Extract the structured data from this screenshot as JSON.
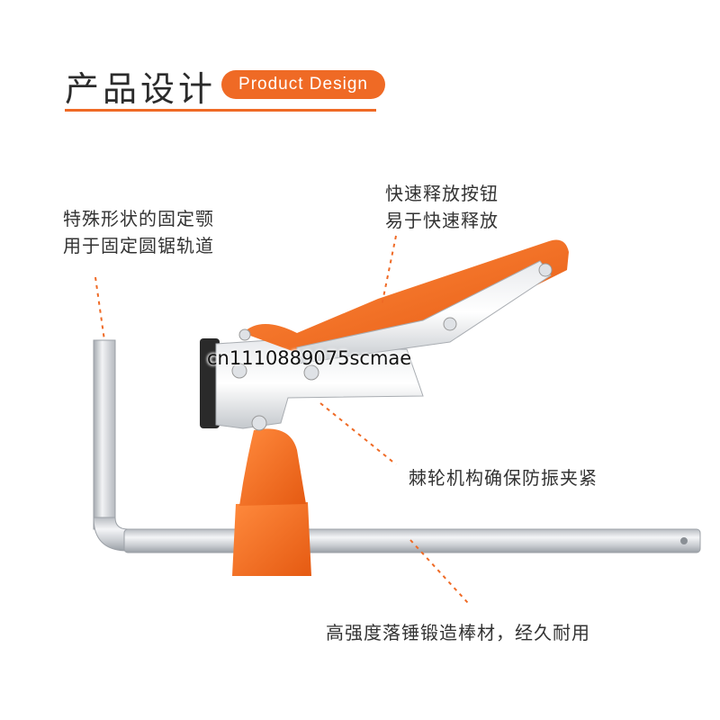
{
  "header": {
    "title": "产品设计",
    "pill": "Product Design",
    "accent_color": "#ef6a25"
  },
  "callouts": {
    "fixed_jaw_line1": "特殊形状的固定颚",
    "fixed_jaw_line2": "用于固定圆锯轨道",
    "release_line1": "快速释放按钮",
    "release_line2": "易于快速释放",
    "ratchet": "棘轮机构确保防振夹紧",
    "bar": "高强度落锤锻造棒材，经久耐用"
  },
  "watermark": "cn1110889075scmae",
  "icons": {
    "product": "f-clamp-illustration"
  }
}
